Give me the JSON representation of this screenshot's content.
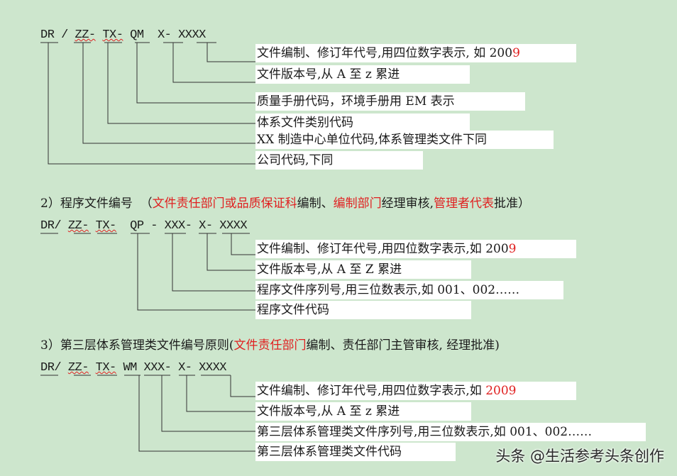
{
  "section1": {
    "code": {
      "dr": "DR",
      "sep": "/",
      "zz": "ZZ-",
      "tx": "TX-",
      "qm": "QM",
      "x": "X-",
      "xxxx": "XXXX"
    },
    "labels": [
      {
        "text": "文件编制、修订年代号,用四位数字表示, 如 200",
        "red": "9"
      },
      {
        "text": "文件版本号,从 A 至 z 累进"
      },
      {
        "text": "质量手册代码，环境手册用 EM 表示"
      },
      {
        "text": "体系文件类别代码"
      },
      {
        "text": "XX 制造中心单位代码,体系管理类文件下同"
      },
      {
        "text": "公司代码,下同"
      }
    ]
  },
  "section2": {
    "heading": {
      "prefix": "2）程序文件编号  （",
      "red1": "文件责任部门或品质保证科",
      "mid1": "编制、",
      "red2": "编制部门",
      "mid2": "经理审核,",
      "red3": "管理者代表",
      "suffix": "批准）"
    },
    "code": {
      "dr": "DR/",
      "zz": "ZZ-",
      "tx": "TX-",
      "qp": "QP",
      "dash": "-",
      "xxx": "XXX-",
      "x": "X-",
      "xxxx": "XXXX"
    },
    "labels": [
      {
        "text": "文件编制、修订年代号,用四位数字表示,如 200",
        "red": "9"
      },
      {
        "text": "文件版本号,从 A 至 Z 累进"
      },
      {
        "text": "程序文件序列号,用三位数表示,如 001、002……"
      },
      {
        "text": "程序文件代码"
      }
    ]
  },
  "section3": {
    "heading": {
      "prefix": "3）第三层体系管理类文件编号原则(",
      "red1": "文件责任部门",
      "suffix": "编制、责任部门主管审核, 经理批准)"
    },
    "code": {
      "dr": "DR/",
      "zz": "ZZ-",
      "tx": "TX-",
      "wm": "WM",
      "xxx": "XXX-",
      "x": "X-",
      "xxxx": "XXXX"
    },
    "labels": [
      {
        "text": "文件编制、修订年代号,用四位数字表示,如 ",
        "red": "2009"
      },
      {
        "text": "文件版本号,从 A 至 z 累进"
      },
      {
        "text": "第三层体系管理类文件序列号,用三位数表示,如 001、002……"
      },
      {
        "text": "第三层体系管理类文件代码"
      }
    ]
  },
  "watermark": "头条 @生活参考头条创作",
  "colors": {
    "background": "#cde6cd",
    "label_bg": "#ffffff",
    "highlight": "#e02020",
    "line": "#333333"
  }
}
